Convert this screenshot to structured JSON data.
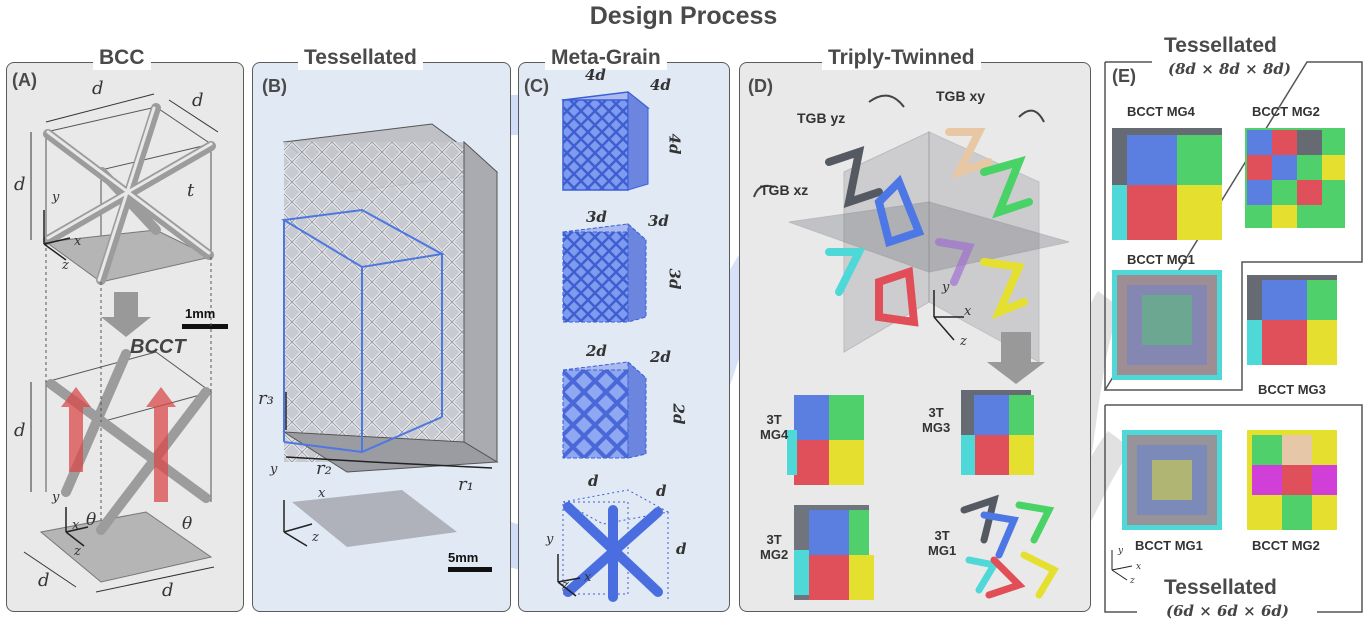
{
  "title": "Design Process",
  "panels": {
    "a": {
      "title": "BCC",
      "label": "(A)"
    },
    "b": {
      "title": "Tessellated",
      "label": "(B)"
    },
    "c": {
      "title": "Meta-Grain",
      "label": "(C)"
    },
    "d": {
      "title": "Triply-Twinned",
      "label": "(D)"
    },
    "e": {
      "title": "Tessellated",
      "subtitle": "(8d × 8d × 8d)",
      "label": "(E)",
      "bottom_title": "Tessellated",
      "bottom_subtitle": "(6d × 6d × 6d)"
    }
  },
  "panel_a": {
    "d_top": "d",
    "d_right": "d",
    "d_left": "d",
    "t": "t",
    "y": "y",
    "x": "x",
    "z": "z",
    "scale": "1mm",
    "bcct": "BCCT",
    "d_left2": "d",
    "y2": "y",
    "x2": "x",
    "z2": "z",
    "theta1": "θ",
    "theta2": "θ",
    "d_bottom_left": "d",
    "d_bottom": "d"
  },
  "panel_b": {
    "r3": "r₃",
    "r2": "r₂",
    "r1": "r₁",
    "y": "y",
    "x": "x",
    "z": "z",
    "scale": "5mm"
  },
  "panel_c": {
    "mg4_top": "4d",
    "mg4_right": "4d",
    "mg4_side": "4d",
    "mg3_top": "3d",
    "mg3_right": "3d",
    "mg3_side": "3d",
    "mg2_top": "2d",
    "mg2_right": "2d",
    "mg2_side": "2d",
    "mg1_top": "d",
    "mg1_right": "d",
    "mg1_side": "d",
    "y": "y",
    "x": "x",
    "z": "z"
  },
  "panel_d": {
    "tgb_xy": "TGB xy",
    "tgb_yz": "TGB yz",
    "tgb_xz": "TGB xz",
    "y": "y",
    "x": "x",
    "z": "z",
    "mg4": [
      "3T",
      "MG4"
    ],
    "mg3": [
      "3T",
      "MG3"
    ],
    "mg2": [
      "3T",
      "MG2"
    ],
    "mg1": [
      "3T",
      "MG1"
    ]
  },
  "panel_e": {
    "mg4": "BCCT MG4",
    "mg2_top": "BCCT MG2",
    "mg1_top": "BCCT MG1",
    "mg3": "BCCT MG3",
    "mg1_bottom": "BCCT MG1",
    "mg2_bottom": "BCCT MG2",
    "y": "y",
    "x": "x",
    "z": "z"
  },
  "colors": {
    "blue": "#5b7fe0",
    "red": "#e0505a",
    "green": "#4fd06a",
    "yellow": "#e5e030",
    "cyan": "#4fd8d8",
    "beige": "#e6c8a8",
    "gray": "#606066",
    "purple": "#a070d0",
    "magenta": "#d040d8",
    "panel_gray": "#e9e9ea",
    "panel_blue": "#e1e9f4"
  }
}
